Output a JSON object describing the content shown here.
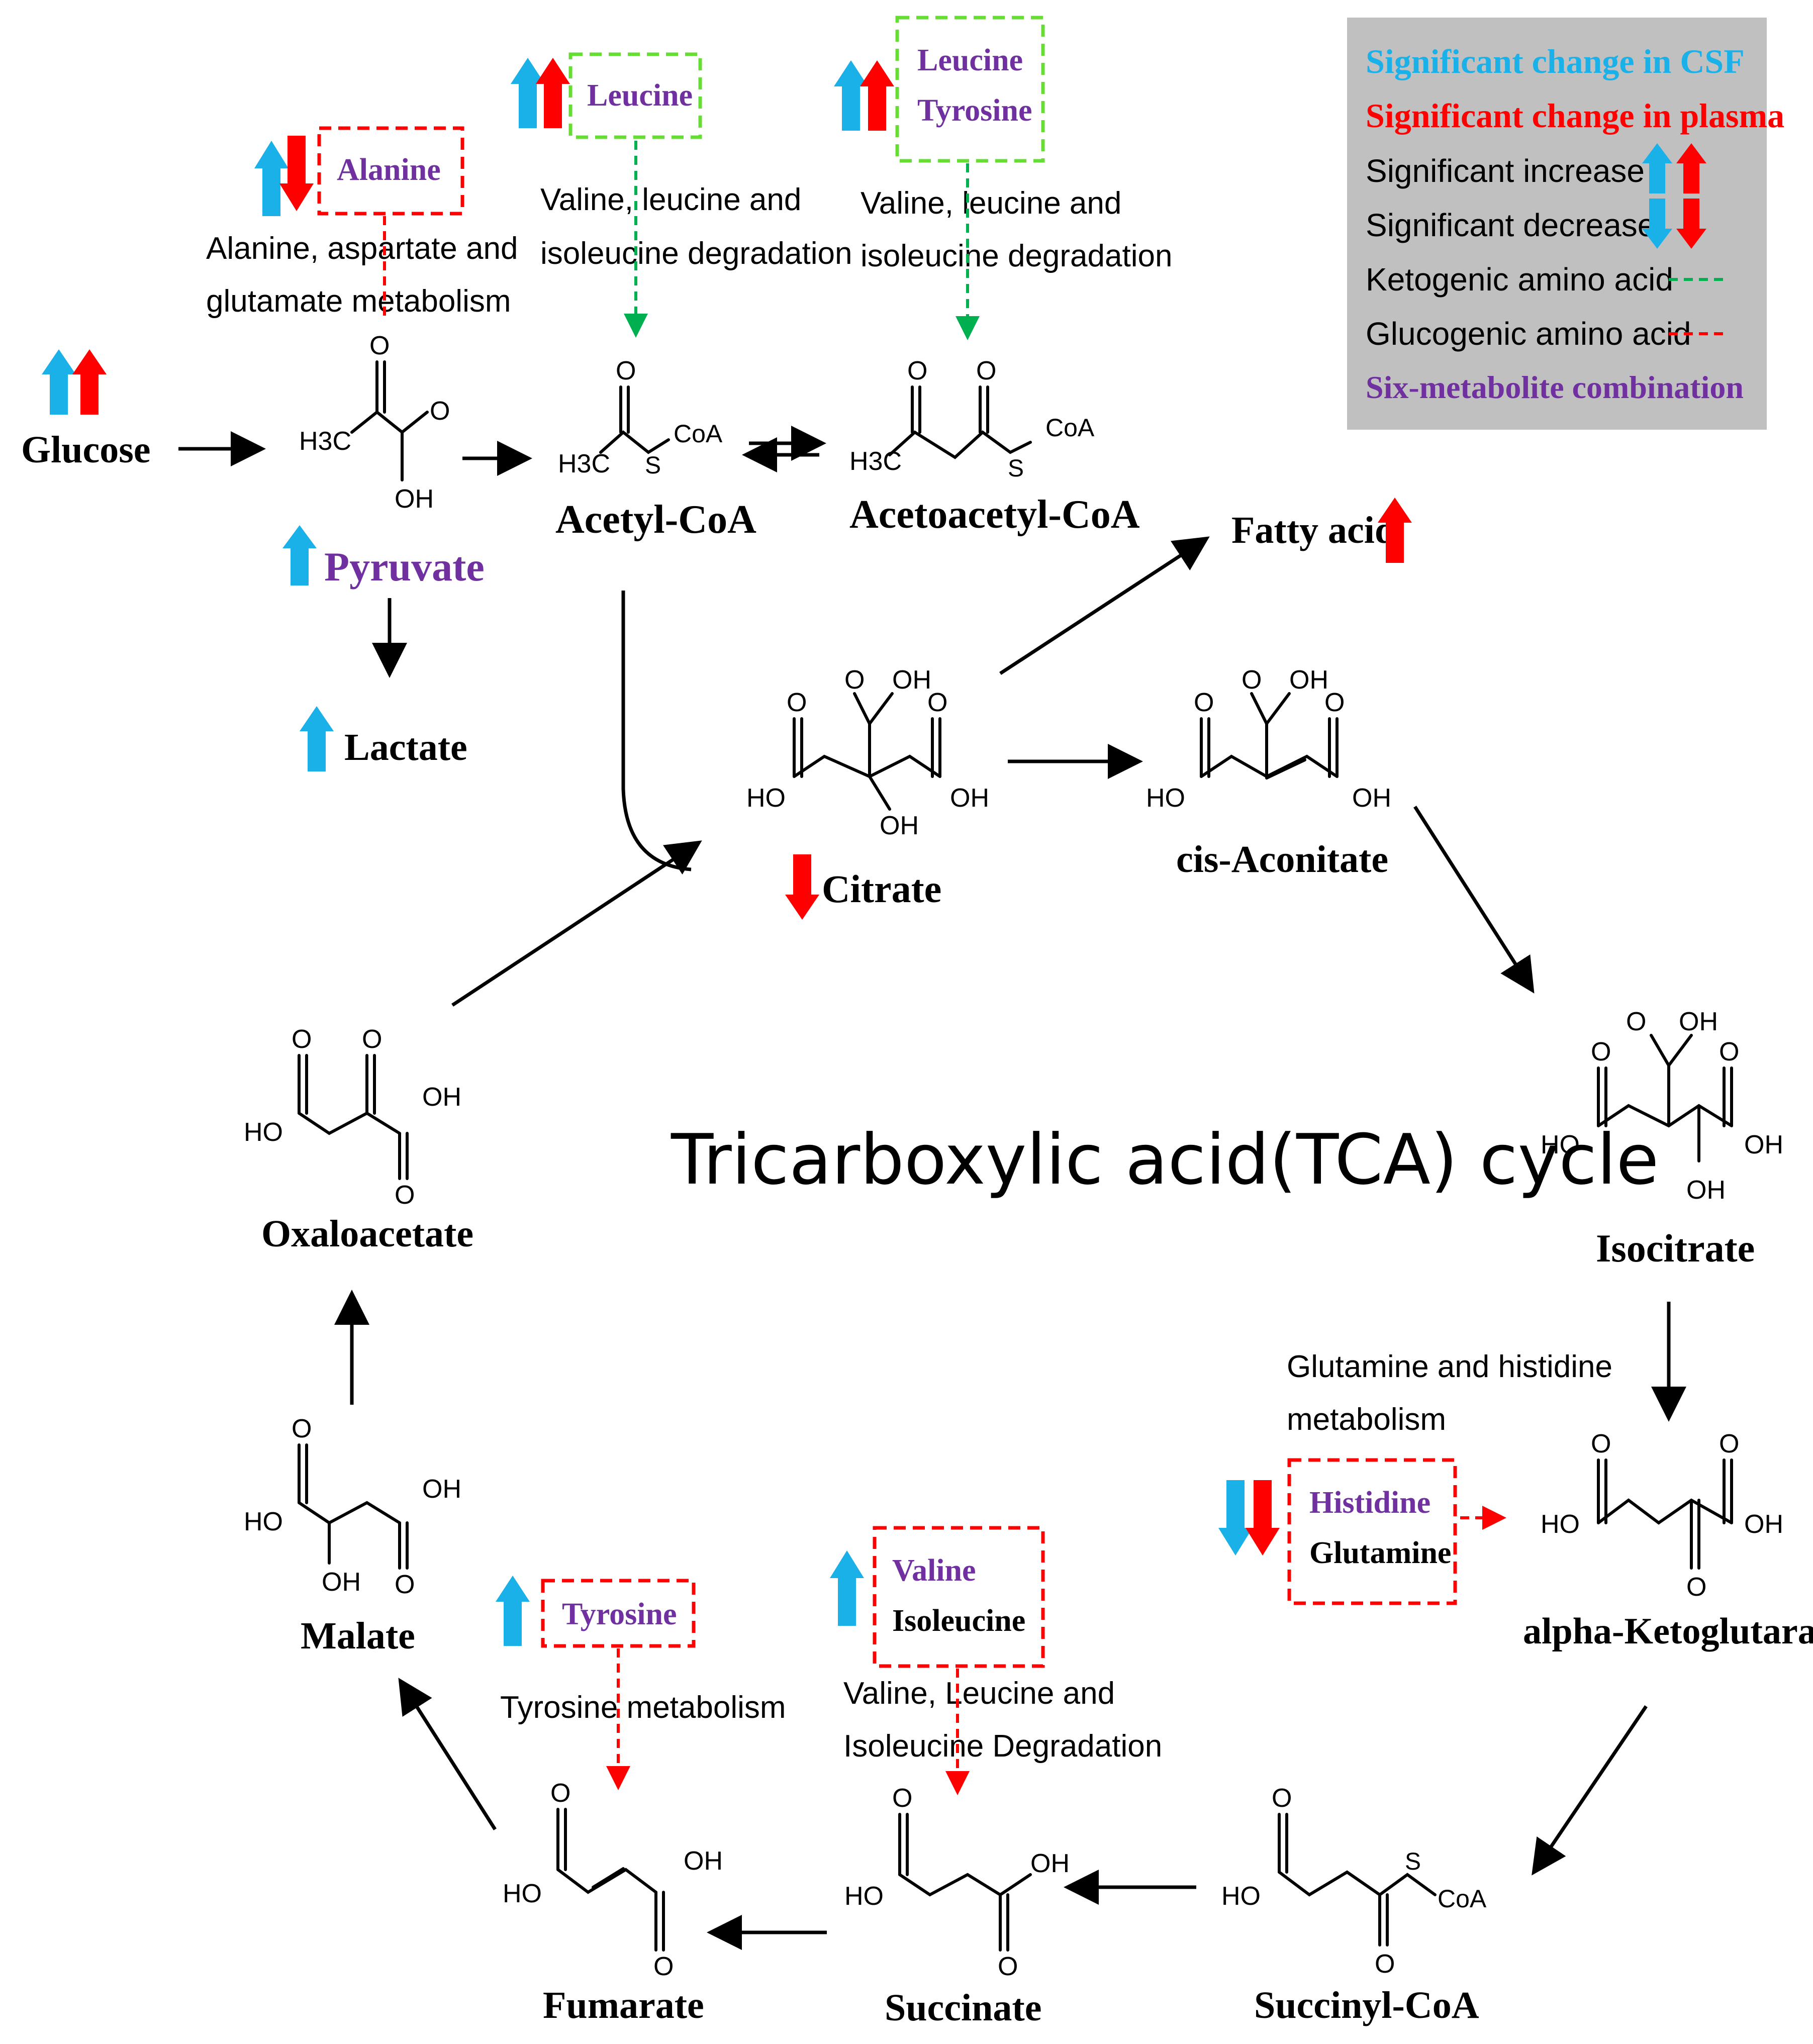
{
  "title": "Tricarboxylic acid(TCA) cycle",
  "colors": {
    "csf": "#1ab0e8",
    "plasma": "#ff0000",
    "purple": "#7030a0",
    "ketogenic": "#00b050",
    "glucogenic": "#ff0000",
    "legend_bg": "#c0c0c0"
  },
  "legend": {
    "csf": "Significant change in CSF",
    "plasma": "Significant change in plasma",
    "increase": "Significant increase",
    "decrease": "Significant decrease",
    "ketogenic": "Ketogenic amino acid",
    "glucogenic": "Glucogenic amino acid",
    "six": "Six-metabolite combination"
  },
  "metabolites": {
    "glucose": "Glucose",
    "pyruvate": "Pyruvate",
    "lactate": "Lactate",
    "acetyl_coa": "Acetyl-CoA",
    "acetoacetyl_coa": "Acetoacetyl-CoA",
    "fatty_acid": "Fatty acid",
    "citrate": "Citrate",
    "cis_aconitate": "cis-Aconitate",
    "isocitrate": "Isocitrate",
    "akg": "alpha-Ketoglutarate",
    "succinyl_coa": "Succinyl-CoA",
    "succinate": "Succinate",
    "fumarate": "Fumarate",
    "malate": "Malate",
    "oxaloacetate": "Oxaloacetate"
  },
  "amino_acids": {
    "alanine": "Alanine",
    "leucine_1": "Leucine",
    "leucine_2": "Leucine",
    "tyrosine_1": "Tyrosine",
    "tyrosine_2": "Tyrosine",
    "histidine": "Histidine",
    "glutamine": "Glutamine",
    "valine": "Valine",
    "isoleucine": "Isoleucine"
  },
  "pathways": {
    "ala_l1": "Alanine, aspartate and",
    "ala_l2": "glutamate metabolism",
    "vli1_l1": "Valine, leucine and",
    "vli1_l2": "isoleucine degradation",
    "vli2_l1": "Valine, leucine and",
    "vli2_l2": "isoleucine degradation",
    "gh_l1": "Glutamine and histidine",
    "gh_l2": "metabolism",
    "tyr_l1": "Tyrosine metabolism",
    "vli3_l1": "Valine, Leucine and",
    "vli3_l2": "Isoleucine Degradation"
  },
  "atoms": {
    "o": "O",
    "oh": "OH",
    "ho": "HO",
    "h3c": "H3C",
    "s": "S",
    "coa": "CoA"
  }
}
